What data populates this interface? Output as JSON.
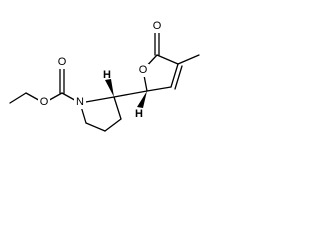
{
  "molecule": {
    "atoms": [
      {
        "key": "carbamate_carbonyl_o",
        "symbol": "O"
      },
      {
        "key": "carbamate_ester_o",
        "symbol": "O"
      },
      {
        "key": "pyrrolidine_n",
        "symbol": "N"
      },
      {
        "key": "ring_o",
        "symbol": "O"
      },
      {
        "key": "lactone_carbonyl_o",
        "symbol": "O"
      }
    ],
    "stereo_hydrogens": [
      {
        "key": "pyrrolidine_c2_h",
        "symbol": "H"
      },
      {
        "key": "furanone_c5_h",
        "symbol": "H"
      }
    ]
  }
}
